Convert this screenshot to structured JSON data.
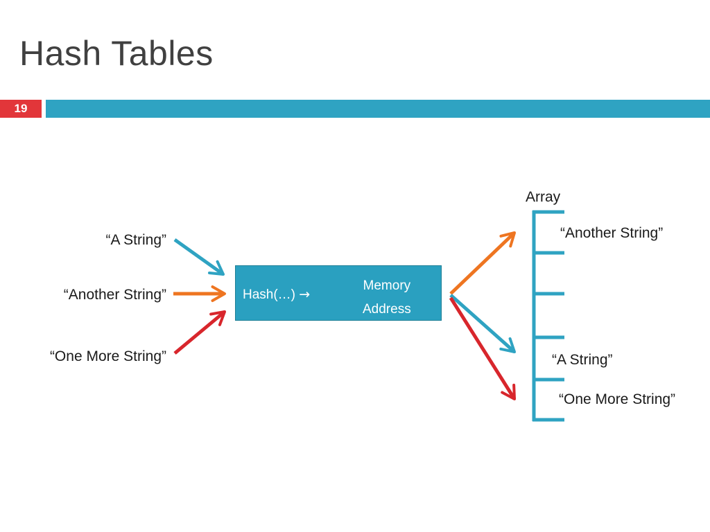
{
  "slide": {
    "title": "Hash Tables",
    "number": "19"
  },
  "colors": {
    "accent_red": "#e2363a",
    "accent_blue": "#2fa3c2",
    "box_fill": "#2aa0c0",
    "arrow_blue": "#2fa3c2",
    "arrow_orange": "#ee7521",
    "arrow_red": "#d8262c"
  },
  "inputs": [
    {
      "text": "“A String”",
      "color": "arrow_blue"
    },
    {
      "text": "“Another String”",
      "color": "arrow_orange"
    },
    {
      "text": "“One More String”",
      "color": "arrow_red"
    }
  ],
  "hash_box": {
    "function_label": "Hash(…) ",
    "arrow_glyph": "→",
    "output_line1": "Memory",
    "output_line2": "Address"
  },
  "array": {
    "title": "Array",
    "slots": [
      "“Another String”",
      "",
      "",
      "“A String”",
      "“One More String”"
    ]
  }
}
